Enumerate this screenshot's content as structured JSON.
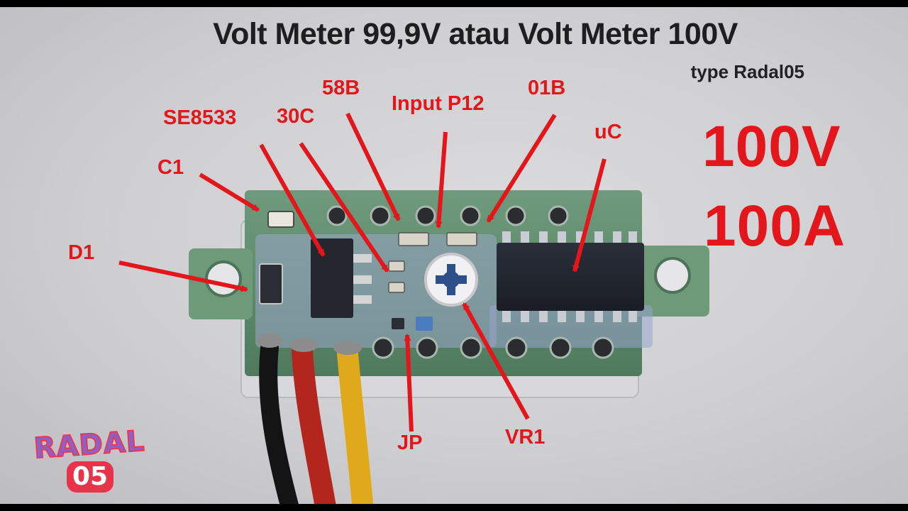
{
  "title": "Volt Meter 99,9V atau Volt Meter 100V",
  "subtitle": "type Radal05",
  "labels": {
    "d1": "D1",
    "c1": "C1",
    "se8533": "SE8533",
    "c30": "30C",
    "b58": "58B",
    "input": "Input P12",
    "b01": "01B",
    "uc": "uC",
    "jp": "JP",
    "vr1": "VR1"
  },
  "specs": {
    "volt": "100V",
    "amp": "100A"
  },
  "logo": {
    "top": "RADAL",
    "bottom": "05"
  },
  "colors": {
    "label_red": "#e3161b",
    "board_green": "#5f8a6c",
    "wire_black": "#141414",
    "wire_red": "#b3261e",
    "wire_yellow": "#e0a91c"
  }
}
